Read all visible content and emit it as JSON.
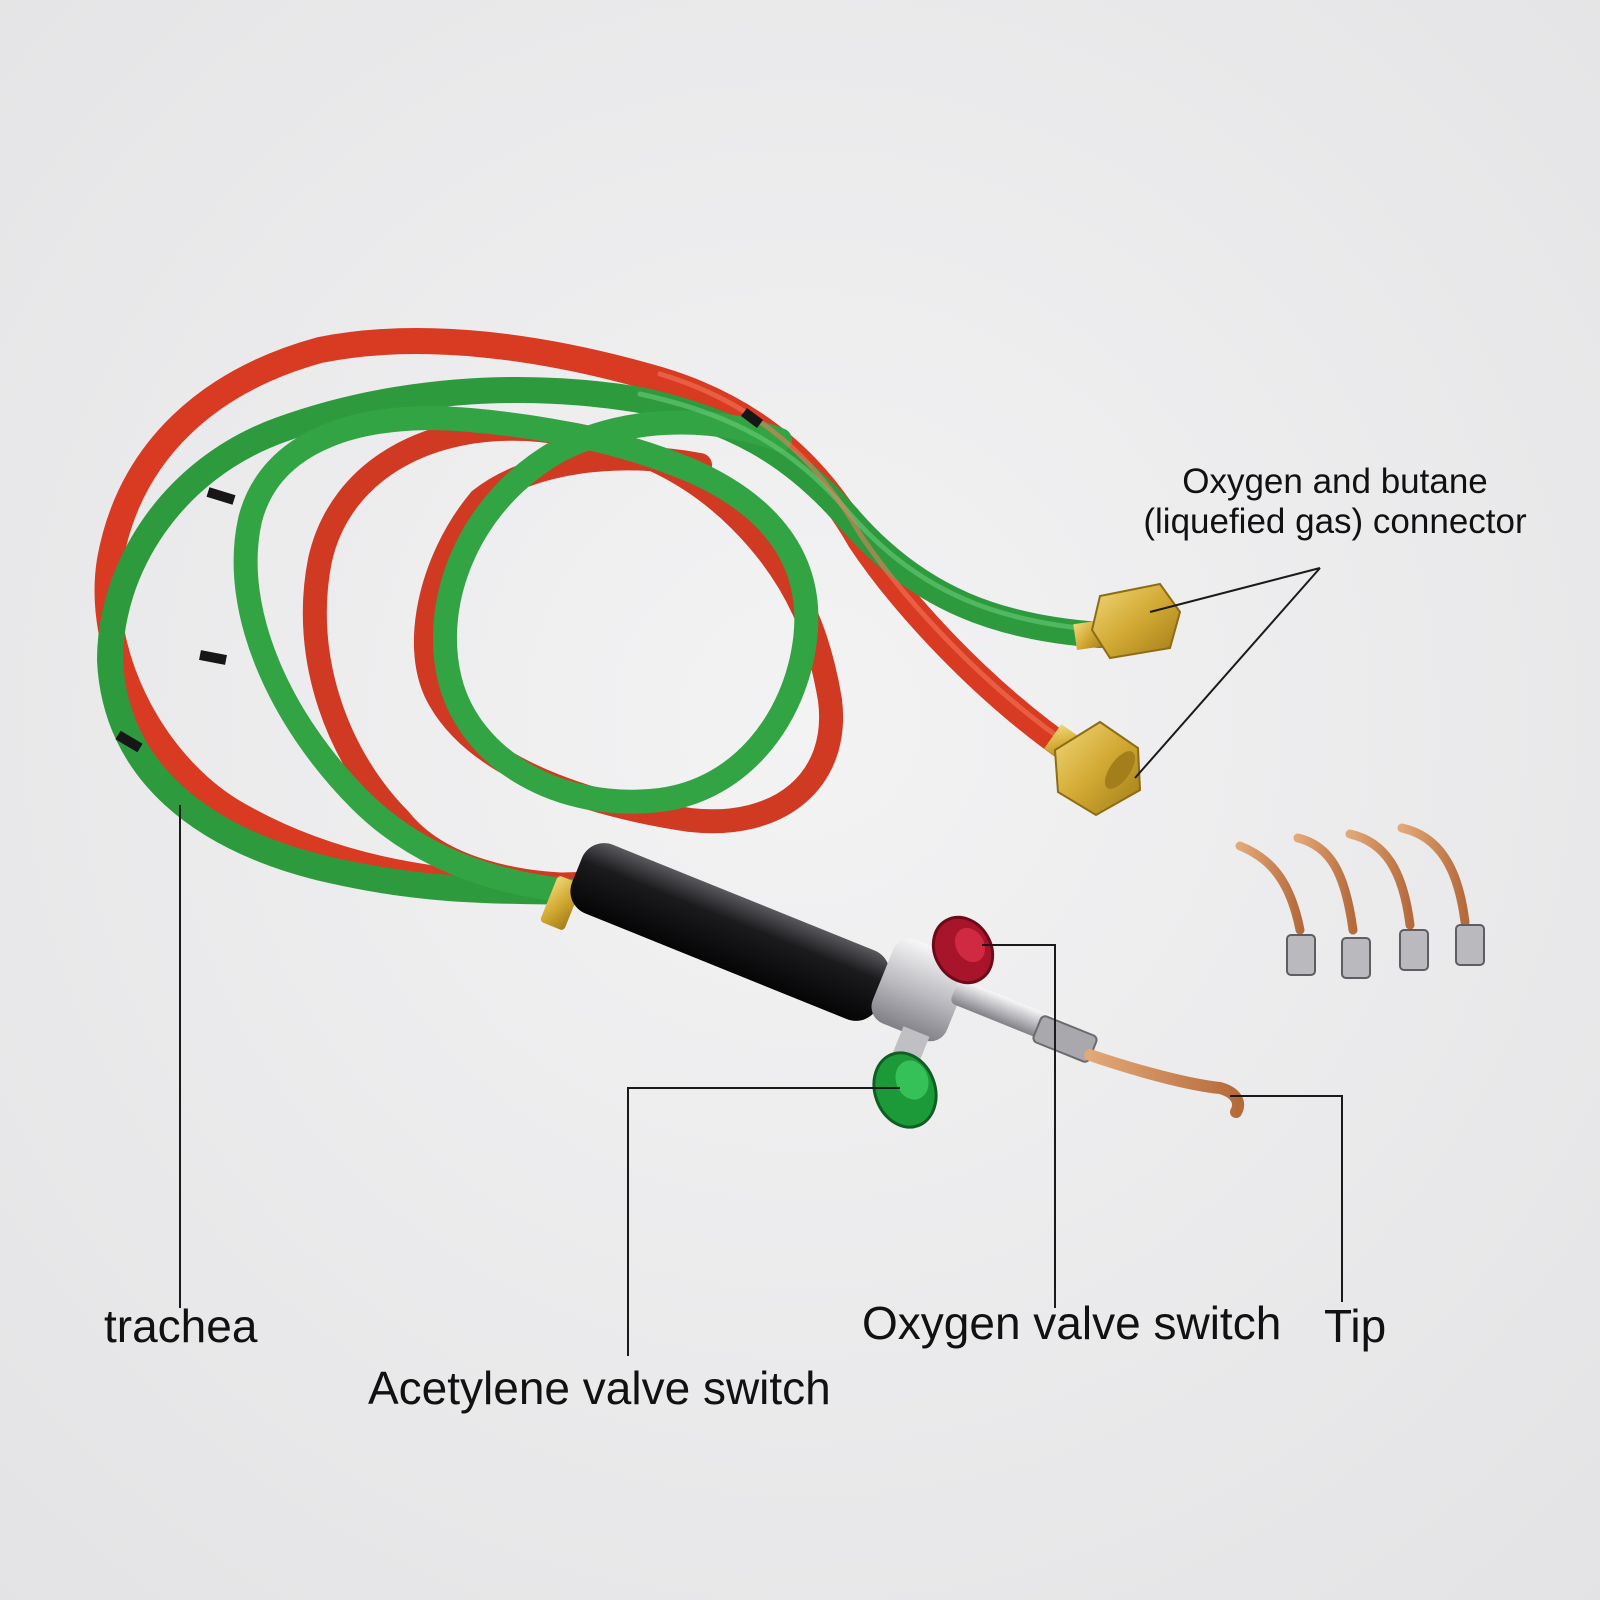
{
  "labels": {
    "connector_line1": "Oxygen and butane",
    "connector_line2": "(liquefied gas) connector",
    "trachea": "trachea",
    "acetylene_valve": "Acetylene valve switch",
    "oxygen_valve": "Oxygen valve switch",
    "tip": "Tip"
  },
  "colors": {
    "background": "#ececed",
    "green_hose": "#2e9a3e",
    "red_hose": "#d83a22",
    "brass": "#d6b13c",
    "copper": "#c98550",
    "red_valve": "#a8142a",
    "green_valve": "#1c9a3a"
  }
}
